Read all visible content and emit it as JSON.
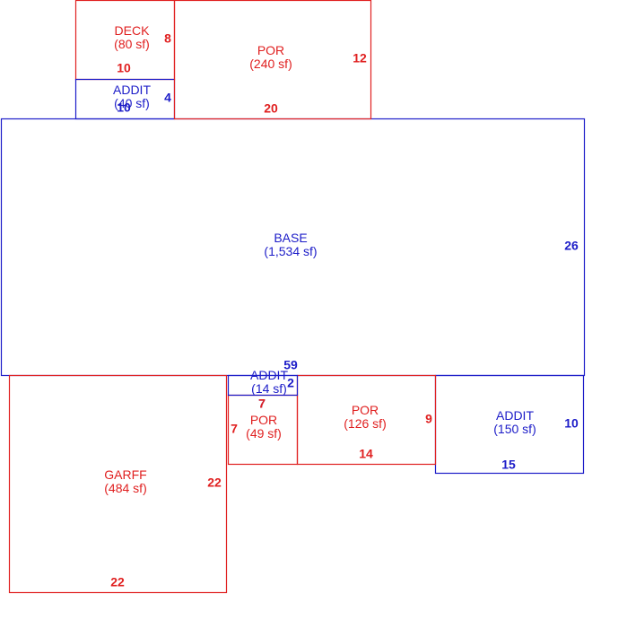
{
  "colors": {
    "red": "#e02020",
    "blue": "#1c1cc8"
  },
  "areas": [
    {
      "key": "deck",
      "name": "DECK",
      "area": "(80 sf)",
      "color": "red"
    },
    {
      "key": "por_top",
      "name": "POR",
      "area": "(240 sf)",
      "color": "red"
    },
    {
      "key": "addit_top",
      "name": "ADDIT",
      "area": "(40 sf)",
      "color": "blue"
    },
    {
      "key": "base",
      "name": "BASE",
      "area": "(1,534 sf)",
      "color": "blue"
    },
    {
      "key": "addit_small",
      "name": "ADDIT",
      "area": "(14 sf)",
      "color": "blue"
    },
    {
      "key": "por_small",
      "name": "POR",
      "area": "(49 sf)",
      "color": "red"
    },
    {
      "key": "por_mid",
      "name": "POR",
      "area": "(126 sf)",
      "color": "red"
    },
    {
      "key": "addit_right",
      "name": "ADDIT",
      "area": "(150 sf)",
      "color": "blue"
    },
    {
      "key": "garff",
      "name": "GARFF",
      "area": "(484 sf)",
      "color": "red"
    }
  ],
  "dimensions": [
    {
      "key": "deck_side",
      "text": "8",
      "color": "red"
    },
    {
      "key": "deck_bottom",
      "text": "10",
      "color": "red"
    },
    {
      "key": "por_top_side",
      "text": "12",
      "color": "red"
    },
    {
      "key": "por_top_bot",
      "text": "20",
      "color": "red"
    },
    {
      "key": "addit_t_side",
      "text": "4",
      "color": "blue"
    },
    {
      "key": "addit_t_bot",
      "text": "10",
      "color": "blue"
    },
    {
      "key": "base_side",
      "text": "26",
      "color": "blue"
    },
    {
      "key": "base_bottom",
      "text": "59",
      "color": "blue"
    },
    {
      "key": "addit_s_side",
      "text": "2",
      "color": "blue"
    },
    {
      "key": "addit_s_bot",
      "text": "7",
      "color": "blue"
    },
    {
      "key": "por_s_top",
      "text": "7",
      "color": "red"
    },
    {
      "key": "por_s_side",
      "text": "7",
      "color": "red"
    },
    {
      "key": "por_m_side",
      "text": "9",
      "color": "red"
    },
    {
      "key": "por_m_bottom",
      "text": "14",
      "color": "red"
    },
    {
      "key": "addit_r_side",
      "text": "10",
      "color": "blue"
    },
    {
      "key": "addit_r_bot",
      "text": "15",
      "color": "blue"
    },
    {
      "key": "garff_side",
      "text": "22",
      "color": "red"
    },
    {
      "key": "garff_bottom",
      "text": "22",
      "color": "red"
    }
  ]
}
